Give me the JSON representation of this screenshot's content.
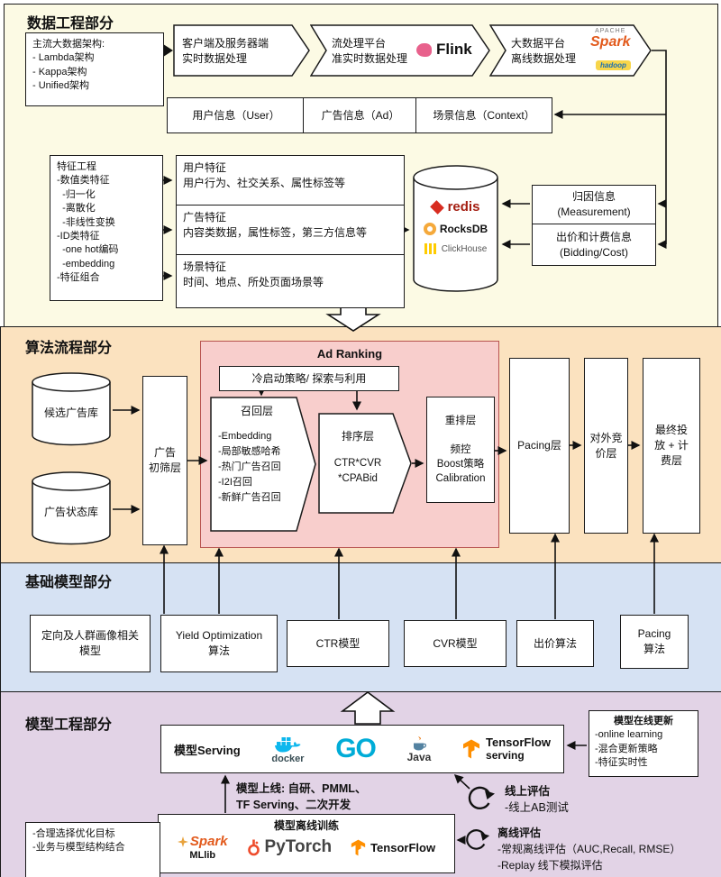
{
  "data_eng": {
    "title": "数据工程部分",
    "arch_box": "主流大数据架构:\n- Lambda架构\n- Kappa架构\n- Unified架构",
    "pipeline": {
      "client": "客户端及服务器端\n实时数据处理",
      "stream": "流处理平台\n准实时数据处理",
      "flink": "Flink",
      "batch": "大数据平台\n离线数据处理",
      "apache": "APACHE",
      "spark": "Spark",
      "hadoop": "hadoop"
    },
    "info_user": "用户信息（User）",
    "info_ad": "广告信息（Ad）",
    "info_context": "场景信息（Context）",
    "feature_eng": "特征工程\n-数值类特征\n  -归一化\n  -离散化\n  -非线性变换\n-ID类特征\n  -one hot编码\n  -embedding\n-特征组合",
    "feat_user": "用户特征\n用户行为、社交关系、属性标签等",
    "feat_ad": "广告特征\n内容类数据，属性标签，第三方信息等",
    "feat_context": "场景特征\n时间、地点、所处页面场景等",
    "redis": "redis",
    "rocksdb": "RocksDB",
    "clickhouse": "ClickHouse",
    "measurement": "归因信息\n(Measurement)",
    "bidding": "出价和计费信息\n(Bidding/Cost)"
  },
  "algo": {
    "title": "算法流程部分",
    "candidate_db": "候选广告库",
    "status_db": "广告状态库",
    "filter": "广告\n初筛层",
    "ad_ranking": "Ad Ranking",
    "cold_start": "冷启动策略/ 探索与利用",
    "recall_title": "召回层",
    "recall_items": "-Embedding\n-局部敏感哈希\n-热门广告召回\n-I2I召回\n-新鲜广告召回",
    "rank_title": "排序层",
    "rank_items": "CTR*CVR\n*CPABid",
    "rerank": "重排层\n\n频控\nBoost策略\nCalibration",
    "pacing": "Pacing层",
    "external": "对外竞\n价层",
    "final": "最终投\n放 + 计\n费层"
  },
  "models": {
    "title": "基础模型部分",
    "targeting": "定向及人群画像相关\n模型",
    "yield": "Yield Optimization\n算法",
    "ctr": "CTR模型",
    "cvr": "CVR模型",
    "bid": "出价算法",
    "pacing": "Pacing\n算法"
  },
  "eng": {
    "title": "模型工程部分",
    "serving": "模型Serving",
    "docker": "docker",
    "go": "GO",
    "java": "Java",
    "tensorflow": "TensorFlow",
    "tf_serving": "serving",
    "update_title": "模型在线更新",
    "update_items": "-online learning\n-混合更新策略\n-特征实时性",
    "deploy": "模型上线: 自研、PMML、\nTF Serving、二次开发",
    "online_eval_title": "线上评估",
    "online_eval_items": "-线上AB测试",
    "train_label": "模型离线训练",
    "spark": "Spark",
    "mllib": "MLlib",
    "pytorch": "PyTorch",
    "objectives": "-合理选择优化目标\n-业务与模型结构结合",
    "offline_eval_title": "离线评估",
    "offline_eval_items": "-常规离线评估（AUC,Recall, RMSE）\n-Replay 线下模拟评估"
  }
}
